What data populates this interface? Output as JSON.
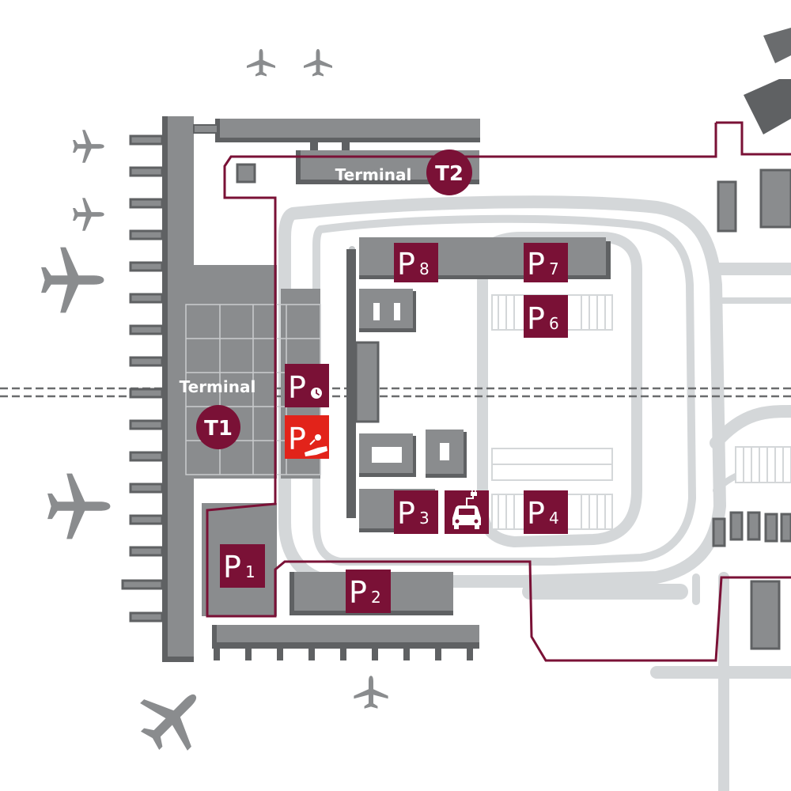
{
  "map": {
    "colors": {
      "building_top": "#8a8c8e",
      "building_side": "#5f6163",
      "road": "#d4d7d9",
      "boundary": "#7a1136",
      "parking_badge": "#7a1136",
      "parking_special": "#e2231a",
      "rail": "#6a6c6e",
      "plane": "#8a8c8e"
    },
    "terminals": [
      {
        "name_label": "Terminal",
        "code": "T1"
      },
      {
        "name_label": "Terminal",
        "code": "T2"
      }
    ],
    "parking": [
      {
        "letter": "P",
        "number": "8"
      },
      {
        "letter": "P",
        "number": "7"
      },
      {
        "letter": "P",
        "number": "6"
      },
      {
        "letter": "P",
        "number": "3"
      },
      {
        "letter": "P",
        "number": "4"
      },
      {
        "letter": "P",
        "number": "1"
      },
      {
        "letter": "P",
        "number": "2"
      }
    ],
    "special_parking": [
      {
        "letter": "P",
        "icon": "clock-icon"
      },
      {
        "letter": "P",
        "icon": "plug-car-icon"
      }
    ],
    "ev_charging_icon": "ev-charging-car-icon",
    "airplane_icon": "airplane-icon"
  }
}
